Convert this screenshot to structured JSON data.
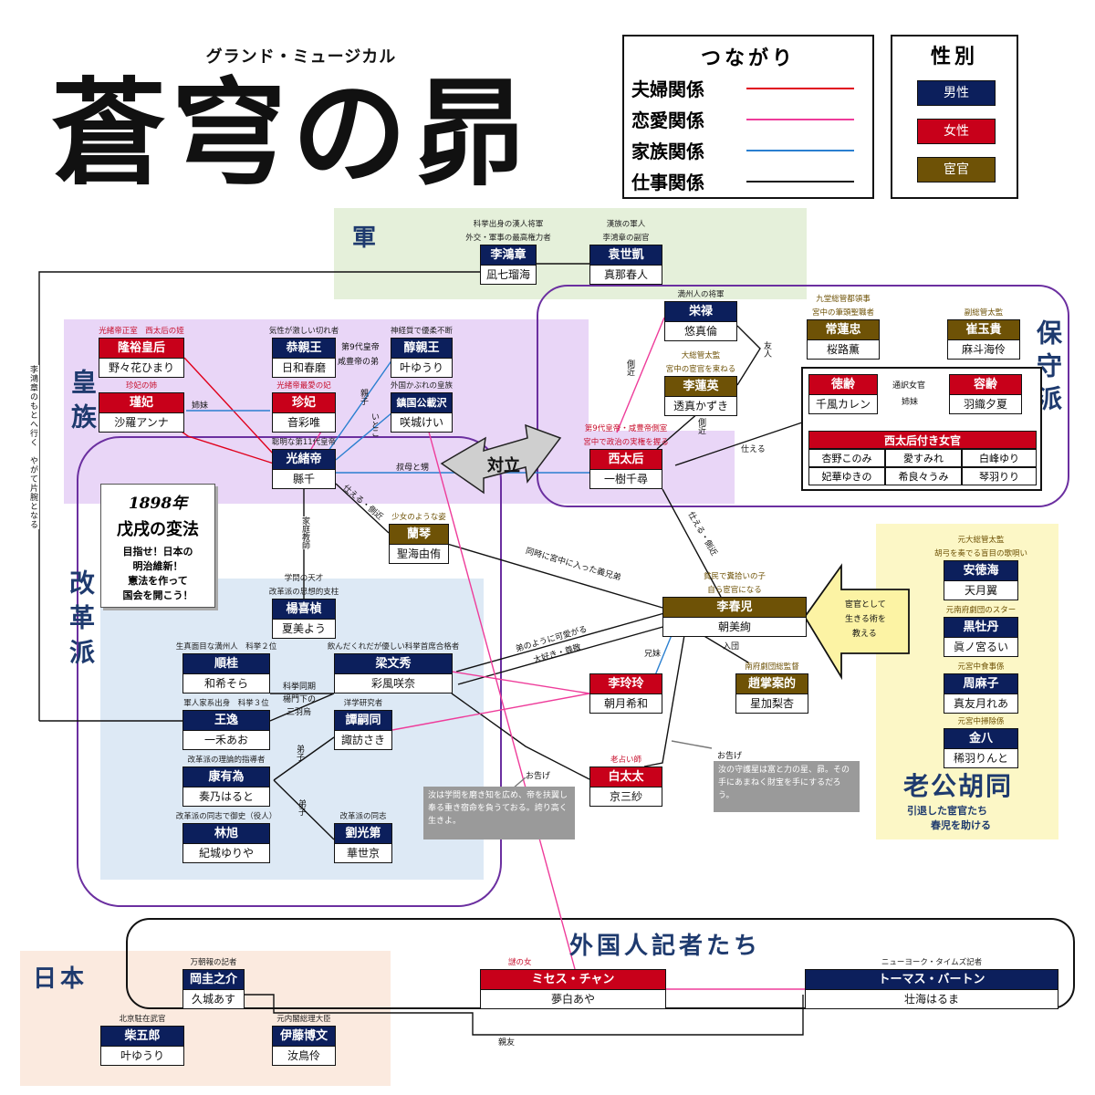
{
  "title": {
    "subtitle": "グランド・ミュージカル",
    "main": "蒼穹の昴"
  },
  "legend_relations": {
    "heading": "つながり",
    "items": [
      {
        "label": "夫婦関係",
        "color": "#e0001c"
      },
      {
        "label": "恋愛関係",
        "color": "#ee3c9a"
      },
      {
        "label": "家族関係",
        "color": "#2a7fd0"
      },
      {
        "label": "仕事関係",
        "color": "#111111"
      }
    ]
  },
  "legend_gender": {
    "heading": "性別",
    "items": [
      {
        "label": "男性",
        "color": "#0c1f5c"
      },
      {
        "label": "女性",
        "color": "#c8001a"
      },
      {
        "label": "宦官",
        "color": "#6e5206"
      }
    ]
  },
  "regions": {
    "army": "軍",
    "imperial": "皇族",
    "conservative": "保守派",
    "reform": "改革派",
    "hutong": "老公胡同",
    "hutong_sub": [
      "引退した宦官たち",
      "春児を助ける"
    ],
    "japan": "日本",
    "foreign": "外国人記者たち",
    "conflict": "対立"
  },
  "reform_box": {
    "year": "1898年",
    "name": "戊戌の変法",
    "lines": [
      "目指せ！日本の",
      "明治維新！",
      "憲法を作って",
      "国会を開こう！"
    ]
  },
  "left_note": "李鴻章のもとへ行く　やがて片腕となる",
  "characters": {
    "li_hongzhang": {
      "role": [
        "科挙出身の漢人将軍",
        "外交・軍事の最高権力者"
      ],
      "name": "李鴻章",
      "actor": "凪七瑠海"
    },
    "yuan_shikai": {
      "role": [
        "漢族の軍人",
        "李鴻章の副官"
      ],
      "name": "袁世凱",
      "actor": "真那春人"
    },
    "ronglu": {
      "role": [
        "満州人の将軍"
      ],
      "name": "栄禄",
      "actor": "悠真倫"
    },
    "chang_lianzhong": {
      "role": [
        "九堂総管都領事",
        "宮中の筆頭聖職者"
      ],
      "name": "常蓮忠",
      "actor": "桜路薫"
    },
    "cui_yugui": {
      "role": [
        "副総管太監"
      ],
      "name": "崔玉貴",
      "actor": "麻斗海伶"
    },
    "lirenying": {
      "role": [
        "大総管太監",
        "宮中の宦官を束ねる"
      ],
      "name": "李蓮英",
      "actor": "透真かずき"
    },
    "deling": {
      "name": "徳齢",
      "actor": "千風カレン"
    },
    "rongling": {
      "name": "容齢",
      "actor": "羽織夕夏"
    },
    "empress_dowager": {
      "role": [
        "第9代皇帝・咸豊帝側室",
        "宮中で政治の実権を握る"
      ],
      "name": "西太后",
      "actor": "一樹千尋"
    },
    "longyu": {
      "role": [
        "光緒帝正室　西太后の姪"
      ],
      "name": "隆裕皇后",
      "actor": "野々花ひまり"
    },
    "jinfei": {
      "role": [
        "珍妃の姉"
      ],
      "name": "瑾妃",
      "actor": "沙羅アンナ"
    },
    "gong": {
      "role": [
        "気性が激しい切れ者"
      ],
      "name": "恭親王",
      "actor": "日和春磨"
    },
    "chun": {
      "role": [
        "神経質で優柔不断"
      ],
      "name": "醇親王",
      "actor": "叶ゆうり"
    },
    "zhenfei": {
      "role": [
        "光緒帝最愛の妃"
      ],
      "name": "珍妃",
      "actor": "音彩唯"
    },
    "zhenguo": {
      "role": [
        "外国かぶれの皇族"
      ],
      "name": "鎮国公載沢",
      "actor": "咲城けい"
    },
    "guangxu": {
      "role": [
        "聡明な第11代皇帝"
      ],
      "name": "光緒帝",
      "actor": "縣千"
    },
    "lanqin": {
      "role": [
        "少女のような姿"
      ],
      "name": "蘭琴",
      "actor": "聖海由侑"
    },
    "yang_ruizhen": {
      "role": [
        "学問の天才",
        "改革派の思想的支柱"
      ],
      "name": "楊喜楨",
      "actor": "夏美よう"
    },
    "chunr": {
      "role": [
        "貧民で糞拾いの子",
        "自ら宦官になる"
      ],
      "name": "李春児",
      "actor": "朝美絢"
    },
    "shungui": {
      "role": [
        "生真面目な満州人　科挙２位"
      ],
      "name": "順桂",
      "actor": "和希そら"
    },
    "liang_wenxiu": {
      "role": [
        "飲んだくれだが優しい科挙首席合格者"
      ],
      "name": "梁文秀",
      "actor": "彩風咲奈"
    },
    "wangyi": {
      "role": [
        "軍人家系出身　科挙３位"
      ],
      "name": "王逸",
      "actor": "一禾あお"
    },
    "tan_sitong": {
      "role": [
        "洋学研究者"
      ],
      "name": "譚嗣同",
      "actor": "諏訪さき"
    },
    "li_lingling": {
      "name": "李玲玲",
      "actor": "朝月希和"
    },
    "zhao_zhanxiao": {
      "role": [
        "南府劇団総監督"
      ],
      "name": "趙掌案的",
      "actor": "星加梨杏"
    },
    "kang_youwei": {
      "role": [
        "改革派の理論的指導者"
      ],
      "name": "康有為",
      "actor": "奏乃はると"
    },
    "lin_xu": {
      "role": [
        "改革派の同志で御史（役人）"
      ],
      "name": "林旭",
      "actor": "紀城ゆりや"
    },
    "liu_guangdi": {
      "role": [
        "改革派の同志"
      ],
      "name": "劉光第",
      "actor": "華世京"
    },
    "bai_taitai": {
      "role": [
        "老占い師"
      ],
      "name": "白太太",
      "actor": "京三紗"
    },
    "an_dehai": {
      "role": [
        "元大総管太監",
        "胡弓を奏でる盲目の歌唄い"
      ],
      "name": "安徳海",
      "actor": "天月翼"
    },
    "hei_mudan": {
      "role": [
        "元南府劇団のスター"
      ],
      "name": "黒牡丹",
      "actor": "眞ノ宮るい"
    },
    "zhou_mazi": {
      "role": [
        "元宮中食事係"
      ],
      "name": "周麻子",
      "actor": "真友月れあ"
    },
    "jin_ba": {
      "role": [
        "元宮中掃除係"
      ],
      "name": "金八",
      "actor": "稀羽りんと"
    },
    "okamoto": {
      "role": [
        "万朝報の記者"
      ],
      "name": "岡圭之介",
      "actor": "久城あす"
    },
    "shiba": {
      "role": [
        "北京駐在武官"
      ],
      "name": "柴五郎",
      "actor": "叶ゆうり"
    },
    "ito": {
      "role": [
        "元内閣総理大臣"
      ],
      "name": "伊藤博文",
      "actor": "汝鳥伶"
    },
    "mrs_chan": {
      "role": [
        "謎の女"
      ],
      "name": "ミセス・チャン",
      "actor": "夢白あや"
    },
    "thomas": {
      "role": [
        "ニューヨーク・タイムズ記者"
      ],
      "name": "トーマス・バートン",
      "actor": "壮海はるま"
    }
  },
  "ladies": {
    "interpreter_label": "通訳女官",
    "sisters_label": "姉妹",
    "group_title": "西太后付き女官",
    "members": [
      "杏野このみ",
      "愛すみれ",
      "白峰ゆり",
      "妃華ゆきの",
      "希良々うみ",
      "琴羽りり"
    ]
  },
  "edge_labels": {
    "friend": "友人",
    "sisters": "姉妹",
    "brother_of_9th": "第9代皇帝",
    "xianfeng_brother": "咸豊帝の弟",
    "parent": "親子",
    "cousin": "いとこ",
    "aunt_nephew": "叔母と甥",
    "side_close1": "側近",
    "side_close2": "側近",
    "serve": "仕える",
    "serve_close1": "仕える・側近",
    "serve_close2": "仕える・側近",
    "family_teacher": "家庭教師",
    "same_day": "同時に宮中に入った義兄弟",
    "brother_like": "弟のように可愛がる",
    "admire": "大好き・尊敬",
    "sibling": "兄妹",
    "entry": "入団",
    "exam_peer": [
      "科挙同期",
      "楊門下の",
      "三羽烏"
    ],
    "disciple1": "弟子",
    "disciple2": "弟子",
    "oracle_tag1": "お告げ",
    "oracle_tag2": "お告げ",
    "teach": [
      "宦官として",
      "生きる術を",
      "教える"
    ],
    "best_friend": "親友"
  },
  "oracles": {
    "left": "汝は学問を磨き知を広め、帝を扶翼し奉る重き宿命を負うておる。誇り高く生きよ。",
    "right": "汝の守護星は富と力の星、昴。その手にあまねく財宝を手にするだろう。"
  }
}
